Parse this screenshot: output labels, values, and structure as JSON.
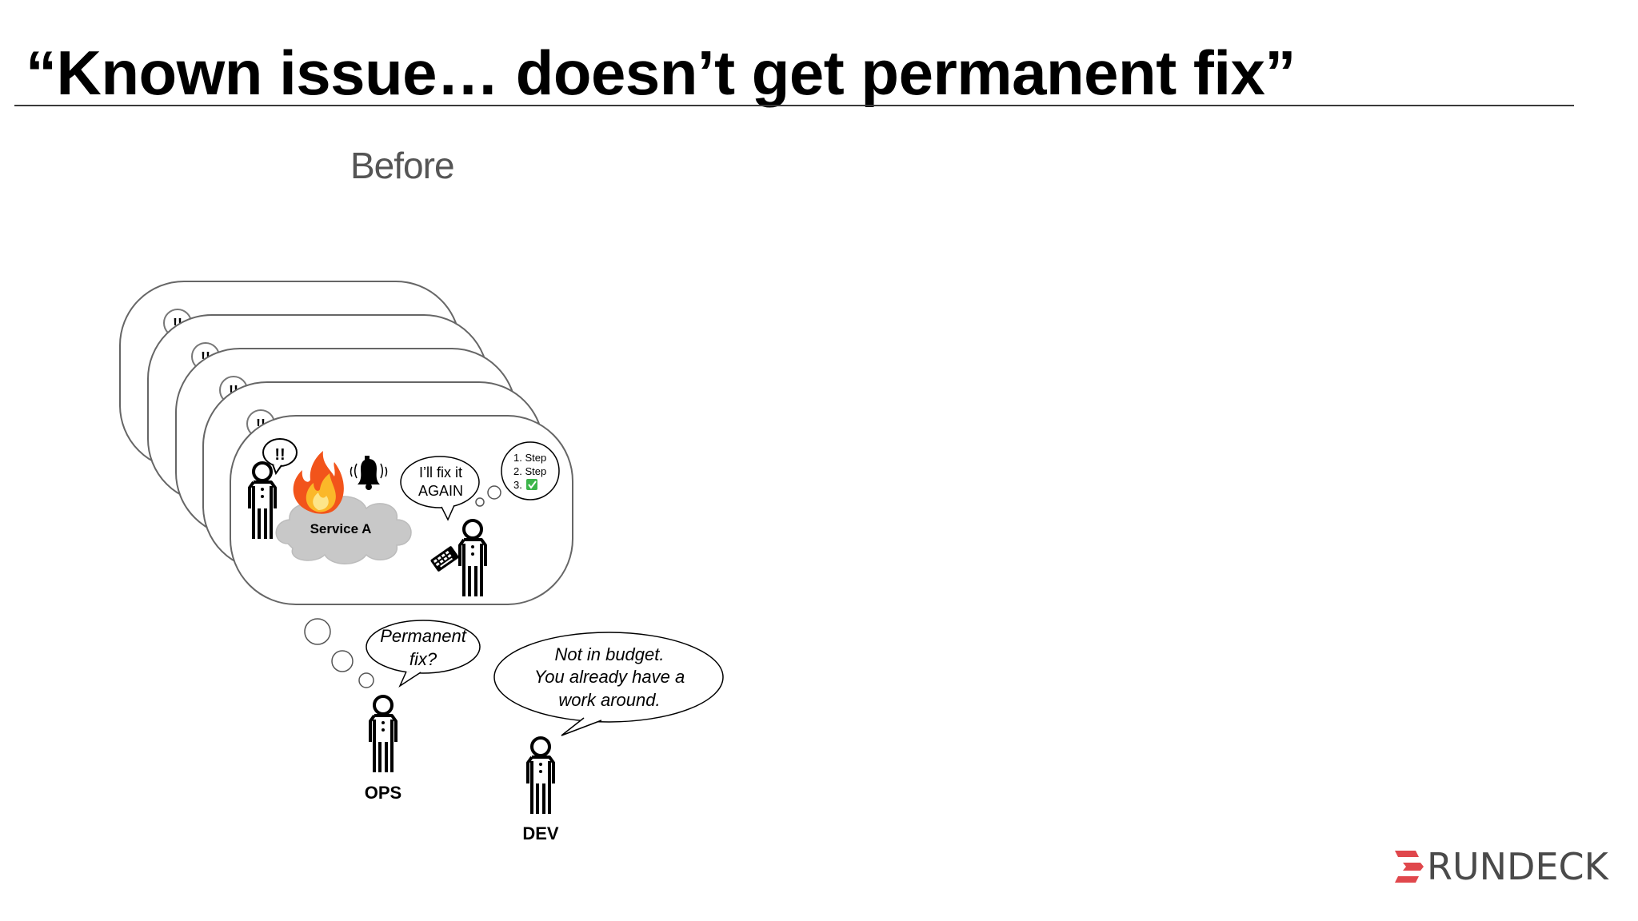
{
  "slide": {
    "title": "“Known issue… doesn’t get permanent fix”",
    "subtitle": "Before"
  },
  "incident_card": {
    "alert_bubble": "!!",
    "service_label": "Service A",
    "ops_bubble_line1": "I’ll fix it",
    "ops_bubble_line2": "AGAIN",
    "runbook_step1": "1. Step",
    "runbook_step2": "2. Step",
    "runbook_step3": "3.",
    "stack_bubble": "!!"
  },
  "conversation": {
    "ops_thought_line1": "Permanent",
    "ops_thought_line2": "fix?",
    "dev_reply_line1": "Not in budget.",
    "dev_reply_line2": "You already have a",
    "dev_reply_line3": "work around.",
    "ops_label": "OPS",
    "dev_label": "DEV"
  },
  "icons": [
    "fire-icon",
    "bell-icon",
    "checkmark-icon",
    "keyboard-icon",
    "person-icon"
  ],
  "colors": {
    "brand": "#e0474c",
    "logo_text": "#4a4a4a",
    "cloud": "#c8c8c8",
    "check": "#3cb54a"
  },
  "logo": {
    "text": "RUNDECK"
  }
}
